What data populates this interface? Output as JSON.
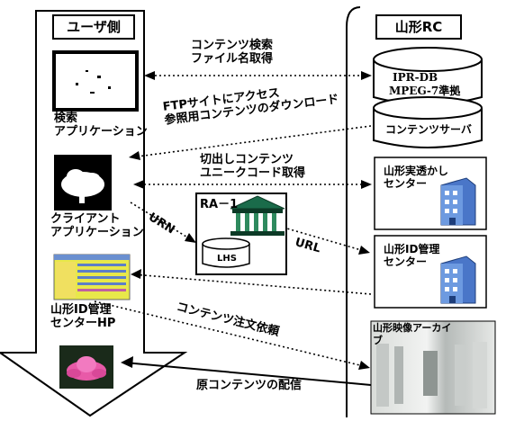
{
  "user_side": {
    "title": "ユーザ側",
    "search_app": "検索\nアプリケーション",
    "client_app": "クライアント\nアプリケーション",
    "id_center_hp": "山形ID管理\nセンターHP"
  },
  "rc_side": {
    "title": "山形RC",
    "iprdb_line1": "IPR-DB",
    "iprdb_line2": "MPEG-7準拠",
    "content_server": "コンテンツサーバ",
    "watermark_center": "山形実透かし\nセンター",
    "id_center": "山形ID管理\nセンター",
    "video_archive": "山形映像アーカイ\nブ"
  },
  "middle": {
    "ra_label": "RA－1",
    "lhs_label": "LHS",
    "urn_label": "URN",
    "url_label": "URL"
  },
  "flows": {
    "search": "コンテンツ検索\nファイル名取得",
    "ftp": "FTPサイトにアクセス\n参照用コンテンツのダウンロード",
    "cut": "切出しコンテンツ\nユニークコード取得",
    "order": "コンテンツ注文依頼",
    "delivery": "原コンテンツの配信"
  }
}
